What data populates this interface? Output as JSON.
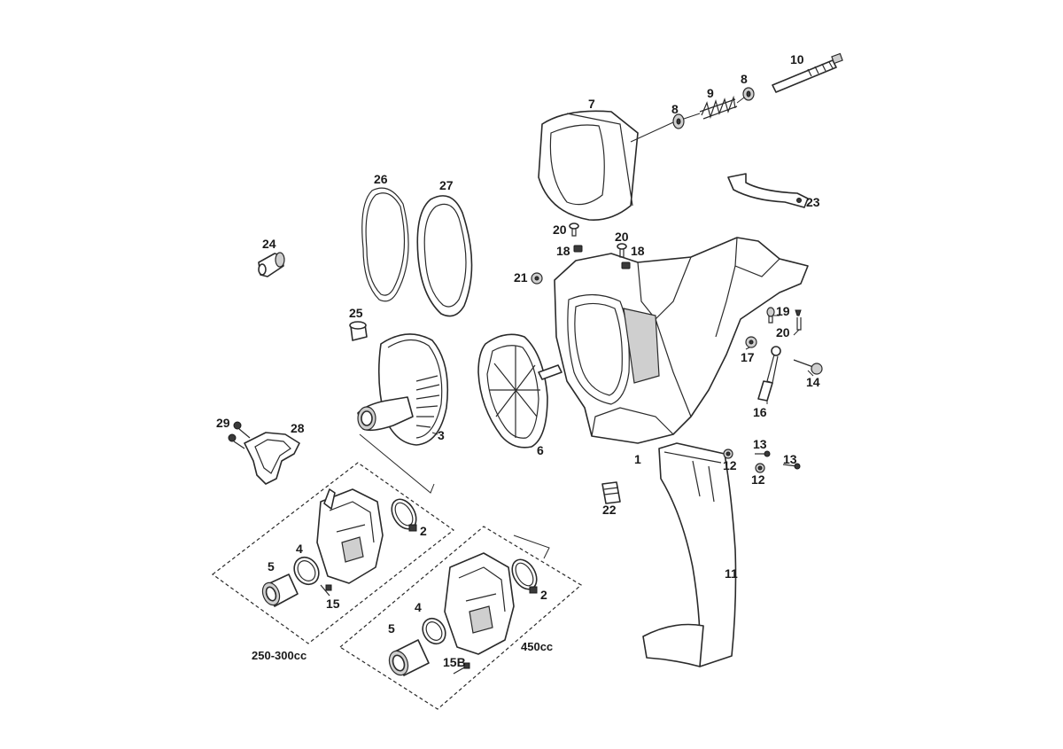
{
  "labels": {
    "l1": "1",
    "l2a": "2",
    "l2b": "2",
    "l3": "3",
    "l4a": "4",
    "l4b": "4",
    "l5a": "5",
    "l5b": "5",
    "l6": "6",
    "l7": "7",
    "l8a": "8",
    "l8b": "8",
    "l9": "9",
    "l10": "10",
    "l11": "11",
    "l12a": "12",
    "l12b": "12",
    "l13a": "13",
    "l13b": "13",
    "l14": "14",
    "l15": "15",
    "l15b": "15B",
    "l16": "16",
    "l17": "17",
    "l18a": "18",
    "l18b": "18",
    "l19": "19",
    "l20a": "20",
    "l20b": "20",
    "l20c": "20",
    "l21": "21",
    "l22": "22",
    "l23": "23",
    "l24": "24",
    "l25": "25",
    "l26": "26",
    "l27": "27",
    "l28": "28",
    "l29": "29"
  },
  "variants": {
    "small": "250-300cc",
    "large": "450cc"
  }
}
